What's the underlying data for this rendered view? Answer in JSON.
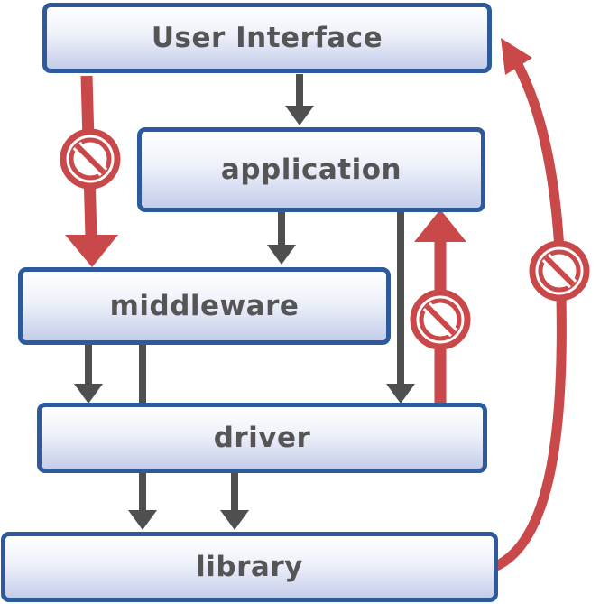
{
  "diagram": {
    "layers": {
      "user_interface": "User Interface",
      "application": "application",
      "middleware": "middleware",
      "driver": "driver",
      "library": "library"
    },
    "colors": {
      "box_border": "#2d5a9c",
      "box_fill_top": "#ffffff",
      "box_fill_bottom": "#c4cdea",
      "label_text": "#555555",
      "allowed_arrow": "#4f4f4f",
      "forbidden_arrow": "#c9484a"
    },
    "allowed_dependencies": [
      {
        "from": "User Interface",
        "to": "application"
      },
      {
        "from": "application",
        "to": "middleware"
      },
      {
        "from": "application",
        "to": "driver"
      },
      {
        "from": "middleware",
        "to": "driver"
      },
      {
        "from": "middleware",
        "to": "library"
      },
      {
        "from": "driver",
        "to": "library"
      }
    ],
    "forbidden_dependencies": [
      {
        "from": "User Interface",
        "to": "middleware",
        "marker": "no-entry-icon"
      },
      {
        "from": "driver",
        "to": "application",
        "marker": "no-entry-icon"
      },
      {
        "from": "library",
        "to": "User Interface",
        "marker": "no-entry-icon"
      }
    ]
  }
}
